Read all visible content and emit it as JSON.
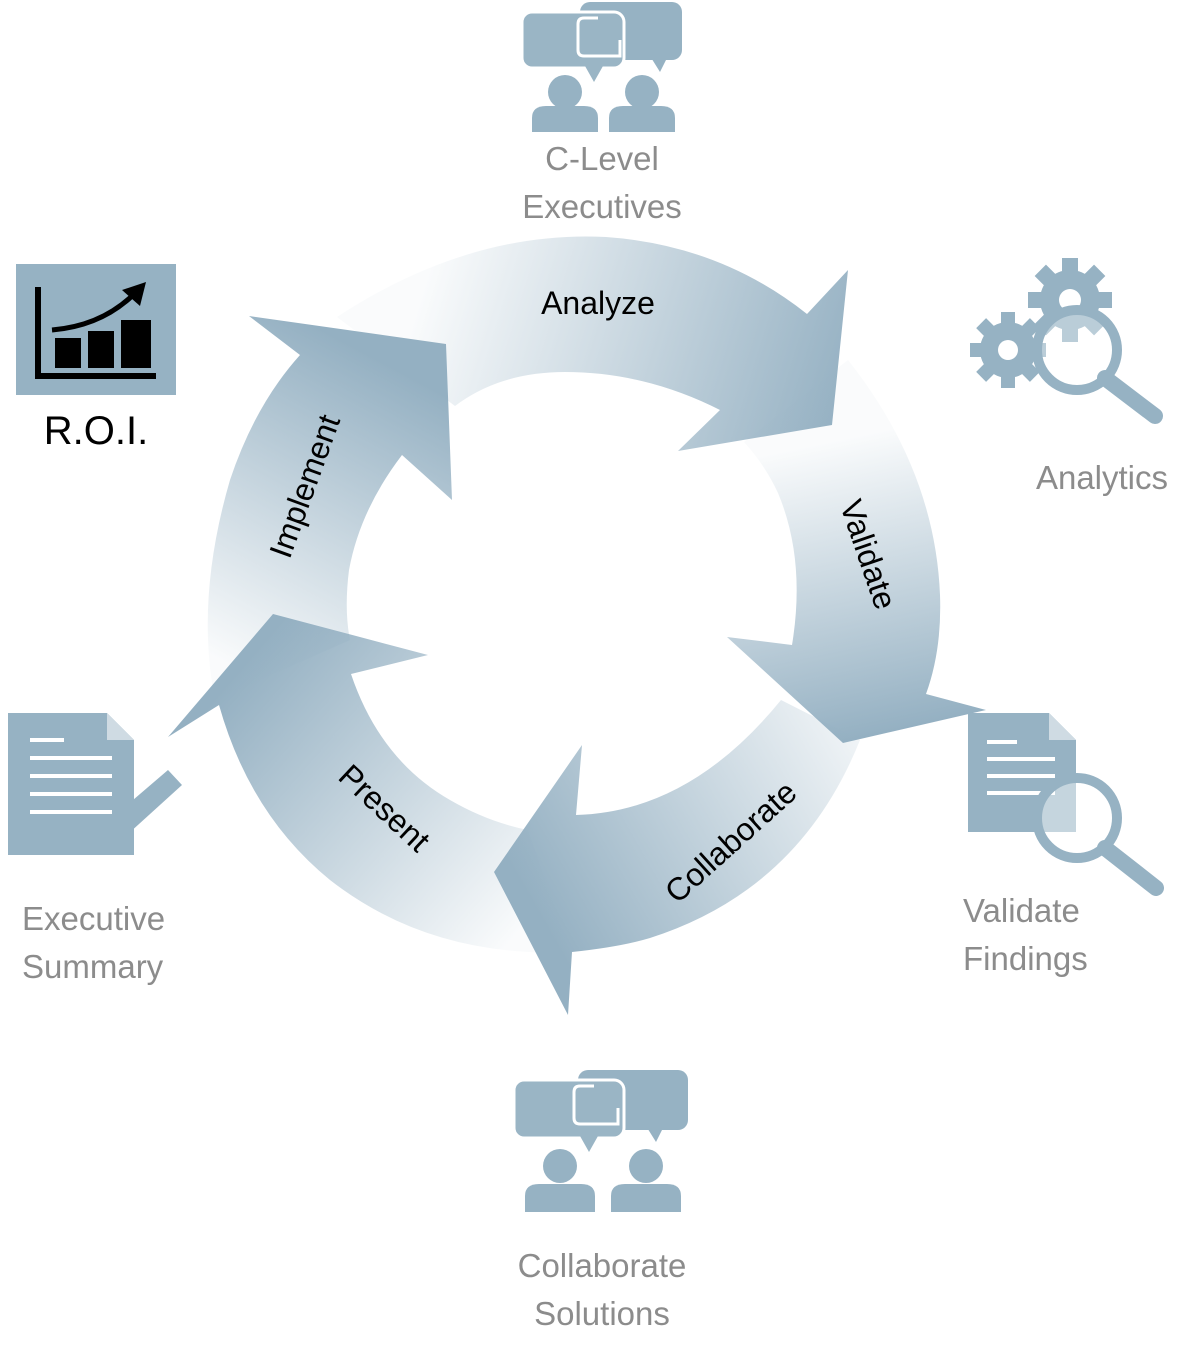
{
  "cycle": {
    "stages": [
      "Analyze",
      "Validate",
      "Collaborate",
      "Present",
      "Implement"
    ]
  },
  "outcomes": {
    "c_level": [
      "C-Level",
      "Executives"
    ],
    "analytics": [
      "Analytics"
    ],
    "validate_findings": [
      "Validate",
      "Findings"
    ],
    "collaborate_solutions": [
      "Collaborate",
      "Solutions"
    ],
    "executive_summary": [
      "Executive",
      "Summary"
    ],
    "roi": "R.O.I."
  },
  "colors": {
    "arrow": "#94b0c2",
    "icon": "#96b2c3",
    "caption": "#8c8c8c",
    "stage_text": "#000000",
    "roi_box": "#96b2c3"
  },
  "icons": {
    "c_level": "people-chat-icon",
    "analytics": "gears-magnifier-icon",
    "validate_findings": "document-magnifier-icon",
    "collaborate_solutions": "people-chat-icon",
    "executive_summary": "document-pen-icon",
    "roi": "growth-chart-icon"
  }
}
